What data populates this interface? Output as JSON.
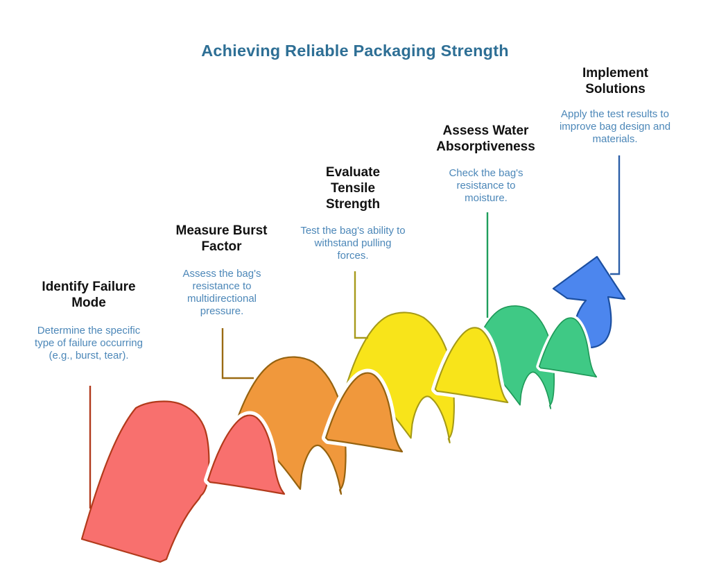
{
  "title": {
    "text": "Achieving Reliable Packaging Strength",
    "color": "#2E6F95"
  },
  "colors": {
    "background": "#FFFFFF",
    "step_title": "#111111",
    "description_text": "#4C87B8"
  },
  "steps": [
    {
      "title": "Identify Failure Mode",
      "description": "Determine the specific type of failure occurring (e.g., burst, tear).",
      "shape": "wave-ribbon",
      "fill": "#F8706E",
      "stroke": "#B23A1B",
      "connector": "#B0391B"
    },
    {
      "title": "Measure Burst Factor",
      "description": "Assess the bag's resistance to multidirectional pressure.",
      "shape": "wave-ribbon",
      "fill": "#F0983C",
      "stroke": "#95620F",
      "connector": "#9A6A12"
    },
    {
      "title": "Evaluate Tensile Strength",
      "description": "Test the bag's ability to withstand pulling forces.",
      "shape": "wave-ribbon",
      "fill": "#F8E41A",
      "stroke": "#A59A17",
      "connector": "#A79A1B"
    },
    {
      "title": "Assess Water Absorptiveness",
      "description": "Check the bag's resistance to moisture.",
      "shape": "wave-ribbon",
      "fill": "#3FC985",
      "stroke": "#1E9958",
      "connector": "#1F9E5C"
    },
    {
      "title": "Implement Solutions",
      "description": "Apply the test results to improve bag design and materials.",
      "shape": "up-arrow",
      "fill": "#4C86EE",
      "stroke": "#1C4FA0",
      "connector": "#2B5EA7"
    }
  ]
}
